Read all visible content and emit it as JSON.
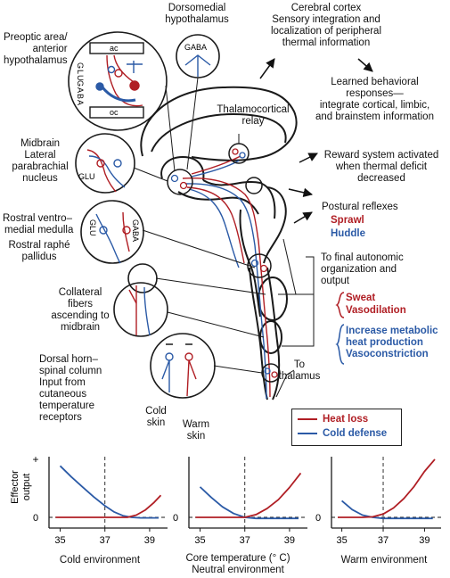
{
  "labels": {
    "preoptic": [
      "Preoptic area/",
      "anterior",
      "hypothalamus"
    ],
    "dorsomedial": [
      "Dorsomedial",
      "hypothalamus"
    ],
    "gaba": "GABA",
    "cerebral": [
      "Cerebral cortex",
      "Sensory integration and",
      "localization of peripheral",
      "thermal information"
    ],
    "learned": [
      "Learned behavioral",
      "responses—",
      "integrate cortical, limbic,",
      "and brainstem information"
    ],
    "thalamo": [
      "Thalamocortical",
      "relay"
    ],
    "reward": [
      "Reward system activated",
      "when thermal deficit",
      "decreased"
    ],
    "midbrain": [
      "Midbrain",
      "Lateral",
      "parabrachial",
      "nucleus"
    ],
    "glu": "GLU",
    "postural": "Postural reflexes",
    "sprawl": "Sprawl",
    "huddle": "Huddle",
    "rostral_vm": [
      "Rostral ventro–",
      "medial medulla"
    ],
    "rostral_rp": [
      "Rostral raphé",
      "pallidus"
    ],
    "to_final": [
      "To final autonomic",
      "organization and",
      "output"
    ],
    "collateral": [
      "Collateral",
      "fibers",
      "ascending to",
      "midbrain"
    ],
    "sweat": "Sweat",
    "vasodilation": "Vasodilation",
    "increase": [
      "Increase metabolic",
      "heat production"
    ],
    "vasoconstriction": "Vasoconstriction",
    "dorsal": [
      "Dorsal horn–",
      "spinal column",
      "Input from",
      "cutaneous",
      "temperature",
      "receptors"
    ],
    "to_thalamus": [
      "To",
      "thalamus"
    ],
    "cold_skin": [
      "Cold",
      "skin"
    ],
    "warm_skin": [
      "Warm",
      "skin"
    ],
    "ac": "ac",
    "oc": "oc",
    "glu_vert": "GLU",
    "gaba_vert": "GABA"
  },
  "legend": {
    "heat_loss": "Heat loss",
    "cold_defense": "Cold defense"
  },
  "axes": {
    "ylabel": "Effector output",
    "plus": "+",
    "zero": "0",
    "ticks": [
      "35",
      "37",
      "39"
    ],
    "xlabel_middle": "Core temperature (° C)"
  },
  "panels": [
    {
      "title": "Cold environment"
    },
    {
      "title": "Neutral environment"
    },
    {
      "title": "Warm environment"
    }
  ],
  "colors": {
    "heat_loss": "#b01e24",
    "cold_defense": "#2b5aa6",
    "line": "#1a1a1a"
  },
  "chart_data": [
    {
      "type": "line",
      "title": "Cold environment",
      "xlabel": "",
      "ylabel": "Effector output",
      "xlim": [
        34.5,
        39.8
      ],
      "x_ticks": [
        35,
        37,
        39
      ],
      "threshold": 37,
      "series": [
        {
          "name": "Cold defense",
          "x": [
            35,
            35.5,
            36,
            36.5,
            37,
            37.4,
            37.8,
            38.2,
            38.6,
            39.4
          ],
          "y": [
            0.93,
            0.73,
            0.55,
            0.37,
            0.21,
            0.1,
            0.03,
            0.0,
            -0.01,
            -0.01
          ]
        },
        {
          "name": "Heat loss",
          "x": [
            34.8,
            36,
            37,
            38,
            38.4,
            38.8,
            39.2,
            39.5
          ],
          "y": [
            0,
            0,
            0,
            0,
            0.04,
            0.13,
            0.27,
            0.4
          ]
        }
      ]
    },
    {
      "type": "line",
      "title": "Neutral environment",
      "xlabel": "Core temperature (° C)",
      "ylabel": "",
      "xlim": [
        34.5,
        39.8
      ],
      "x_ticks": [
        35,
        37,
        39
      ],
      "threshold": 37,
      "series": [
        {
          "name": "Cold defense",
          "x": [
            35,
            35.5,
            36,
            36.5,
            37,
            37.5,
            38.5,
            39.4
          ],
          "y": [
            0.55,
            0.36,
            0.19,
            0.07,
            0.0,
            -0.02,
            -0.02,
            -0.02
          ]
        },
        {
          "name": "Heat loss",
          "x": [
            34.8,
            36,
            37,
            37.5,
            38,
            38.5,
            39,
            39.5
          ],
          "y": [
            0,
            0,
            0.0,
            0.05,
            0.16,
            0.32,
            0.54,
            0.8
          ]
        }
      ]
    },
    {
      "type": "line",
      "title": "Warm environment",
      "xlabel": "",
      "ylabel": "",
      "xlim": [
        34.5,
        39.8
      ],
      "x_ticks": [
        35,
        37,
        39
      ],
      "threshold": 37,
      "series": [
        {
          "name": "Cold defense",
          "x": [
            35,
            35.5,
            36,
            36.5,
            37,
            38,
            39.4
          ],
          "y": [
            0.3,
            0.14,
            0.04,
            0.0,
            -0.02,
            -0.02,
            -0.02
          ]
        },
        {
          "name": "Heat loss",
          "x": [
            34.8,
            36,
            36.5,
            37,
            37.5,
            38,
            38.5,
            39,
            39.5
          ],
          "y": [
            0,
            0,
            0.01,
            0.06,
            0.17,
            0.34,
            0.56,
            0.83,
            1.05
          ]
        }
      ]
    }
  ]
}
